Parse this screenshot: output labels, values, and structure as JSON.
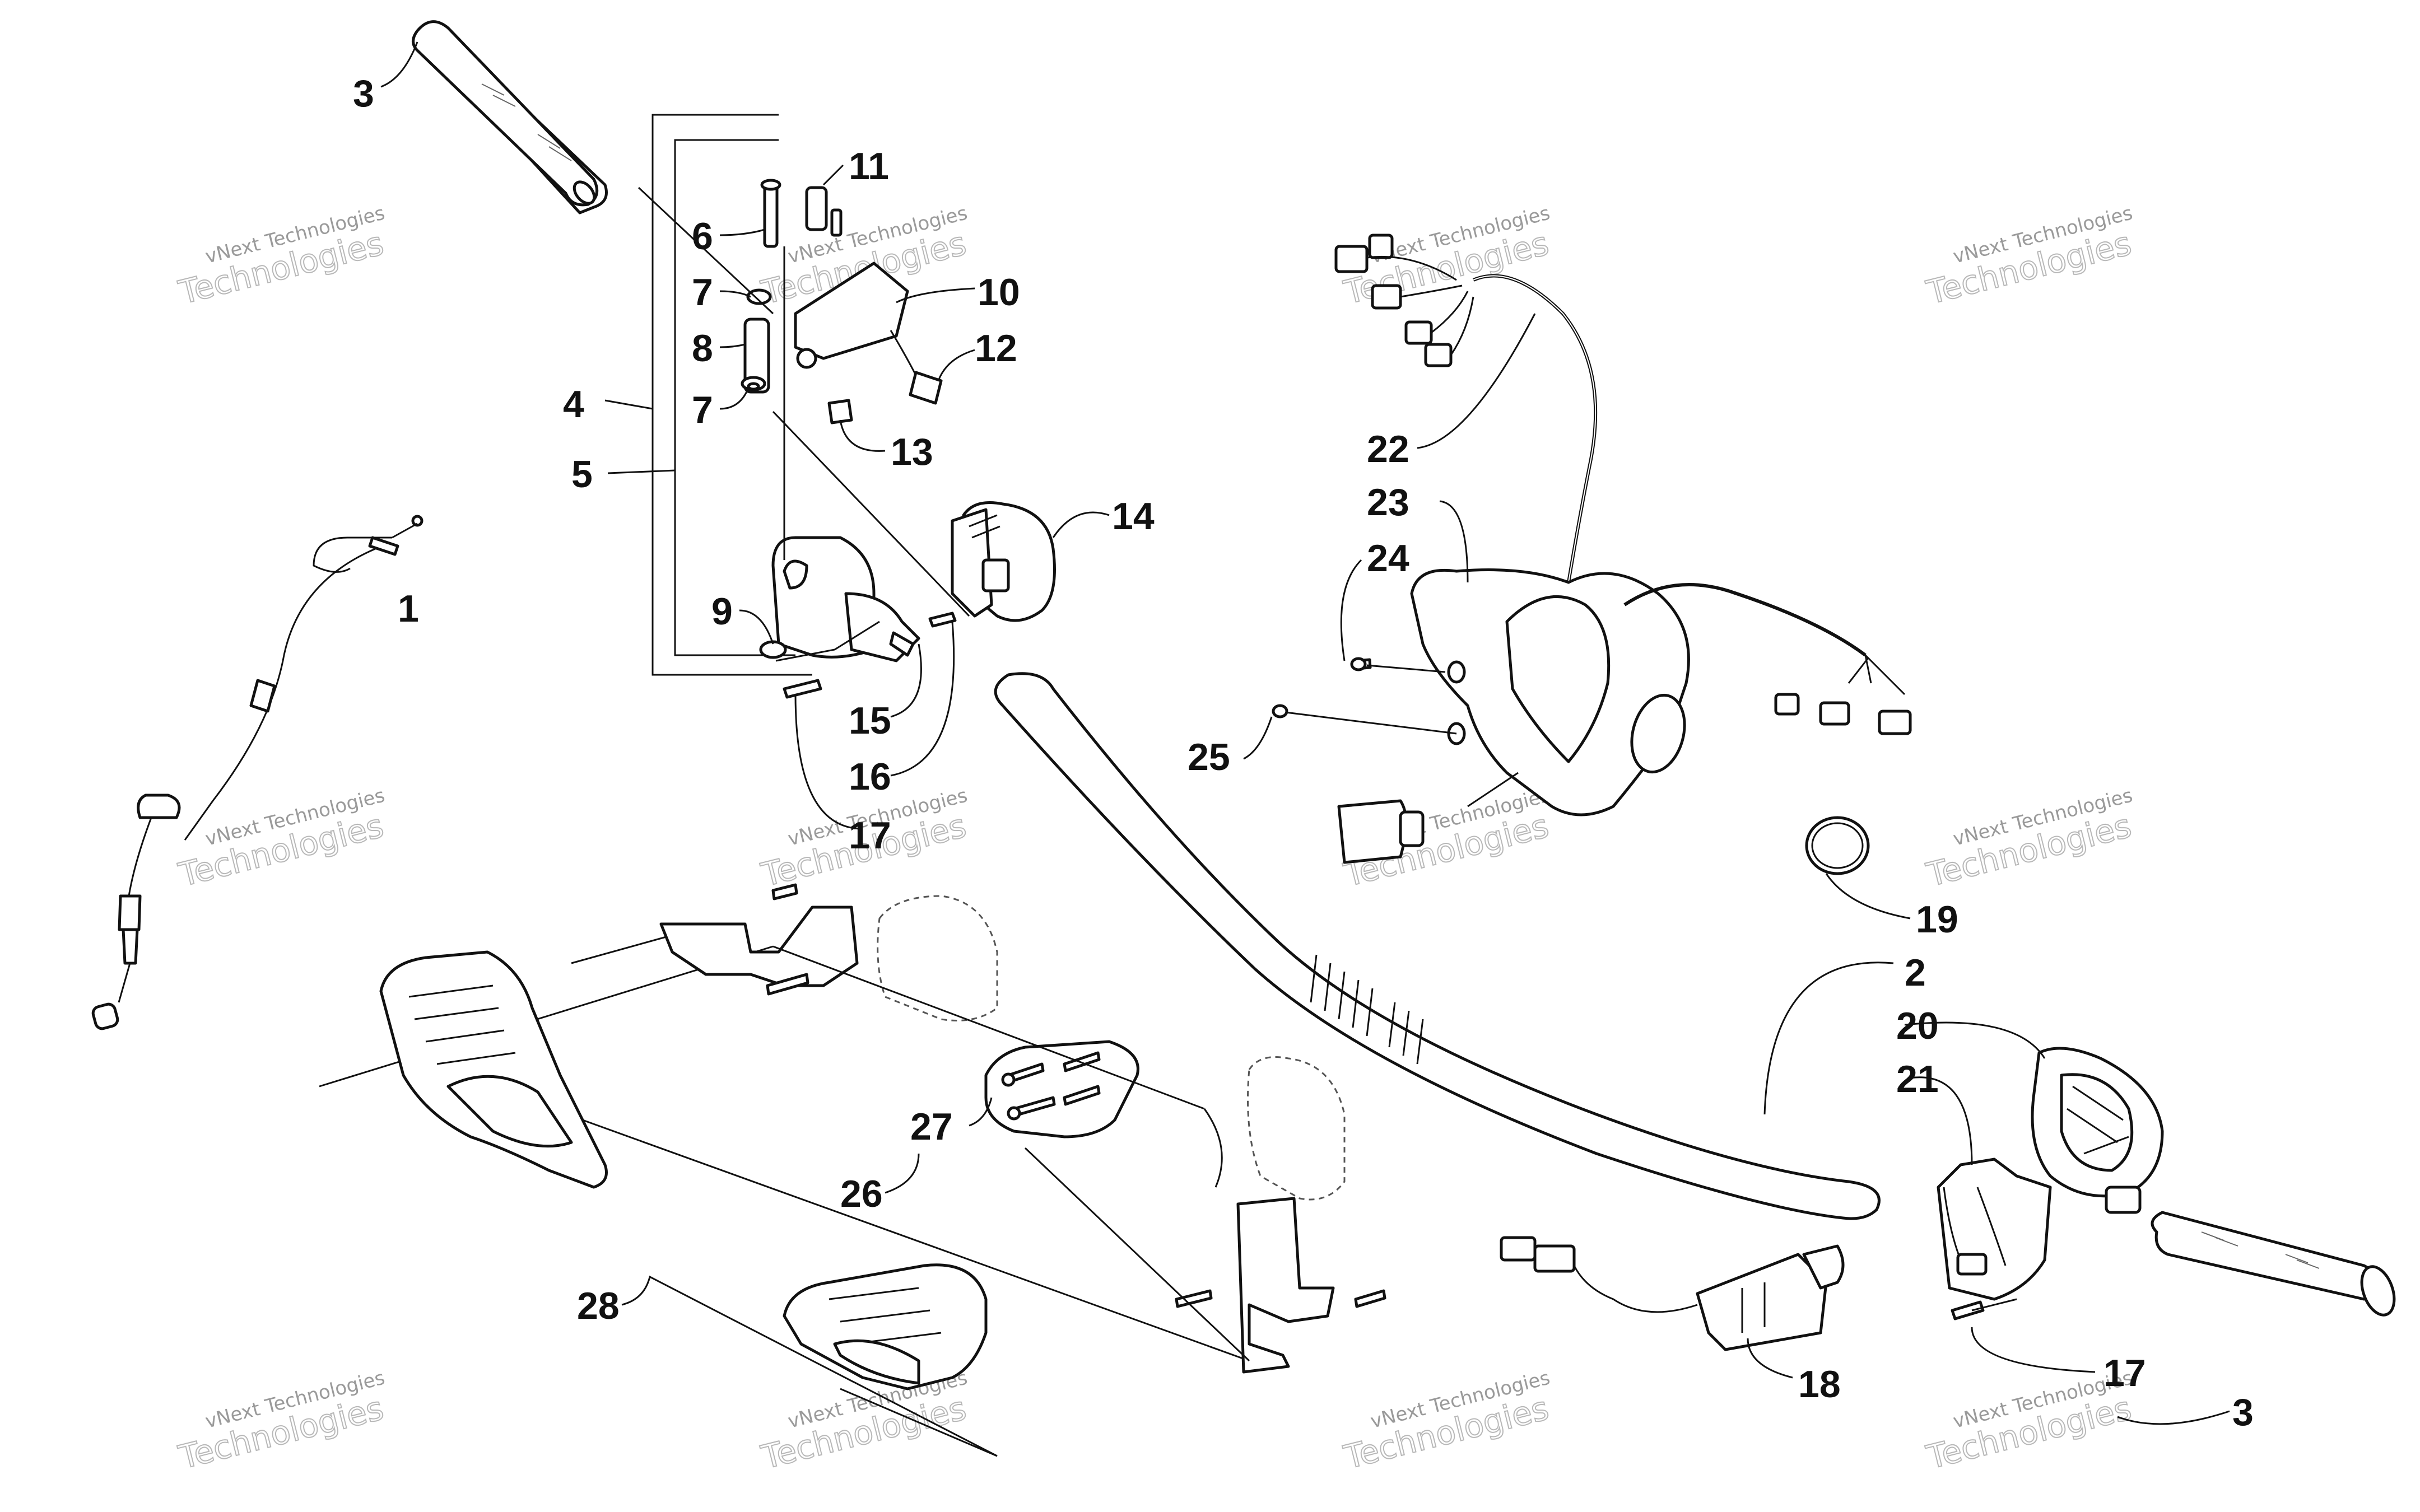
{
  "diagram": {
    "callouts": [
      {
        "id": "c1",
        "label": "1"
      },
      {
        "id": "c2",
        "label": "2"
      },
      {
        "id": "c3a",
        "label": "3"
      },
      {
        "id": "c3b",
        "label": "3"
      },
      {
        "id": "c4",
        "label": "4"
      },
      {
        "id": "c5",
        "label": "5"
      },
      {
        "id": "c6",
        "label": "6"
      },
      {
        "id": "c7a",
        "label": "7"
      },
      {
        "id": "c7b",
        "label": "7"
      },
      {
        "id": "c8",
        "label": "8"
      },
      {
        "id": "c9",
        "label": "9"
      },
      {
        "id": "c10",
        "label": "10"
      },
      {
        "id": "c11",
        "label": "11"
      },
      {
        "id": "c12",
        "label": "12"
      },
      {
        "id": "c13",
        "label": "13"
      },
      {
        "id": "c14",
        "label": "14"
      },
      {
        "id": "c15",
        "label": "15"
      },
      {
        "id": "c16",
        "label": "16"
      },
      {
        "id": "c17a",
        "label": "17"
      },
      {
        "id": "c17b",
        "label": "17"
      },
      {
        "id": "c18",
        "label": "18"
      },
      {
        "id": "c19",
        "label": "19"
      },
      {
        "id": "c20",
        "label": "20"
      },
      {
        "id": "c21",
        "label": "21"
      },
      {
        "id": "c22",
        "label": "22"
      },
      {
        "id": "c23",
        "label": "23"
      },
      {
        "id": "c24",
        "label": "24"
      },
      {
        "id": "c25",
        "label": "25"
      },
      {
        "id": "c26",
        "label": "26"
      },
      {
        "id": "c27",
        "label": "27"
      },
      {
        "id": "c28",
        "label": "28"
      }
    ],
    "watermark": {
      "line1": "vNext Technologies",
      "line2": "Technologies"
    }
  }
}
